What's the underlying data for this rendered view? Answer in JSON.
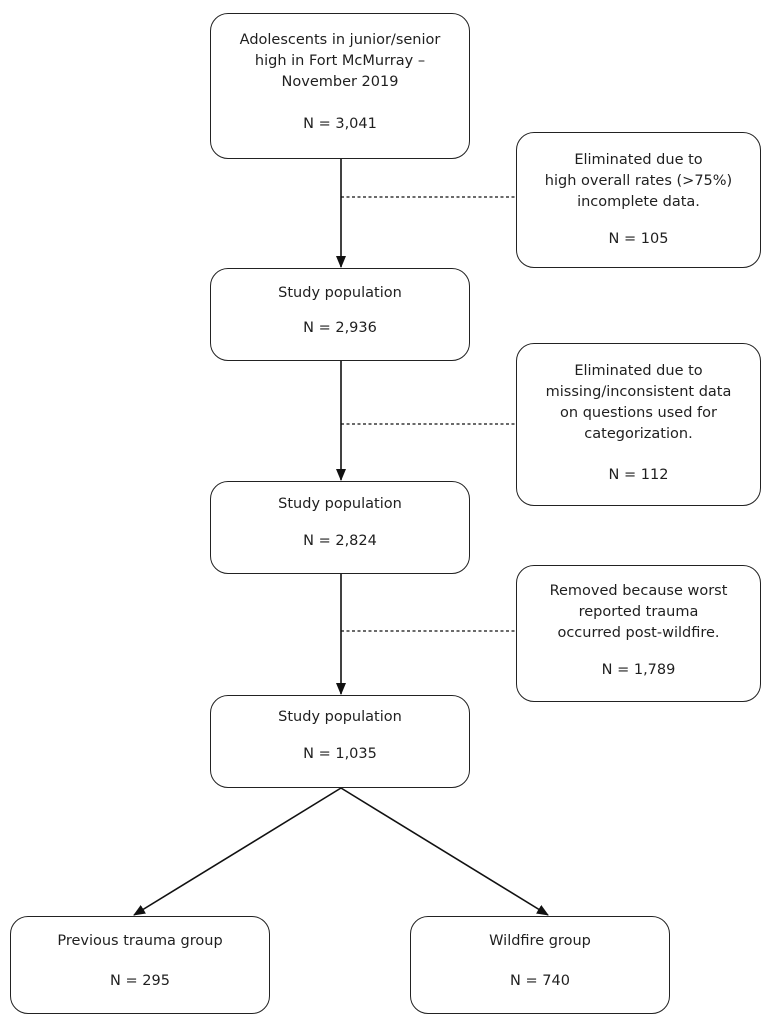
{
  "flowchart": {
    "start": {
      "lines": [
        "Adolescents in junior/senior",
        "high in Fort McMurray –",
        "November 2019"
      ],
      "count": "N = 3,041"
    },
    "exclusion_1": {
      "lines": [
        "Eliminated due to",
        "high overall rates (>75%)",
        "incomplete data."
      ],
      "count": "N = 105"
    },
    "population_1": {
      "lines": [
        "Study population"
      ],
      "count": "N = 2,936"
    },
    "exclusion_2": {
      "lines": [
        "Eliminated due to",
        "missing/inconsistent data",
        "on questions used for",
        "categorization."
      ],
      "count": "N = 112"
    },
    "population_2": {
      "lines": [
        "Study population"
      ],
      "count": "N = 2,824"
    },
    "exclusion_3": {
      "lines": [
        "Removed because worst",
        "reported trauma",
        "occurred post-wildfire."
      ],
      "count": "N = 1,789"
    },
    "population_3": {
      "lines": [
        "Study population"
      ],
      "count": "N = 1,035"
    },
    "group_previous_trauma": {
      "lines": [
        "Previous trauma group"
      ],
      "count": "N = 295"
    },
    "group_wildfire": {
      "lines": [
        "Wildfire group"
      ],
      "count": "N = 740"
    }
  }
}
